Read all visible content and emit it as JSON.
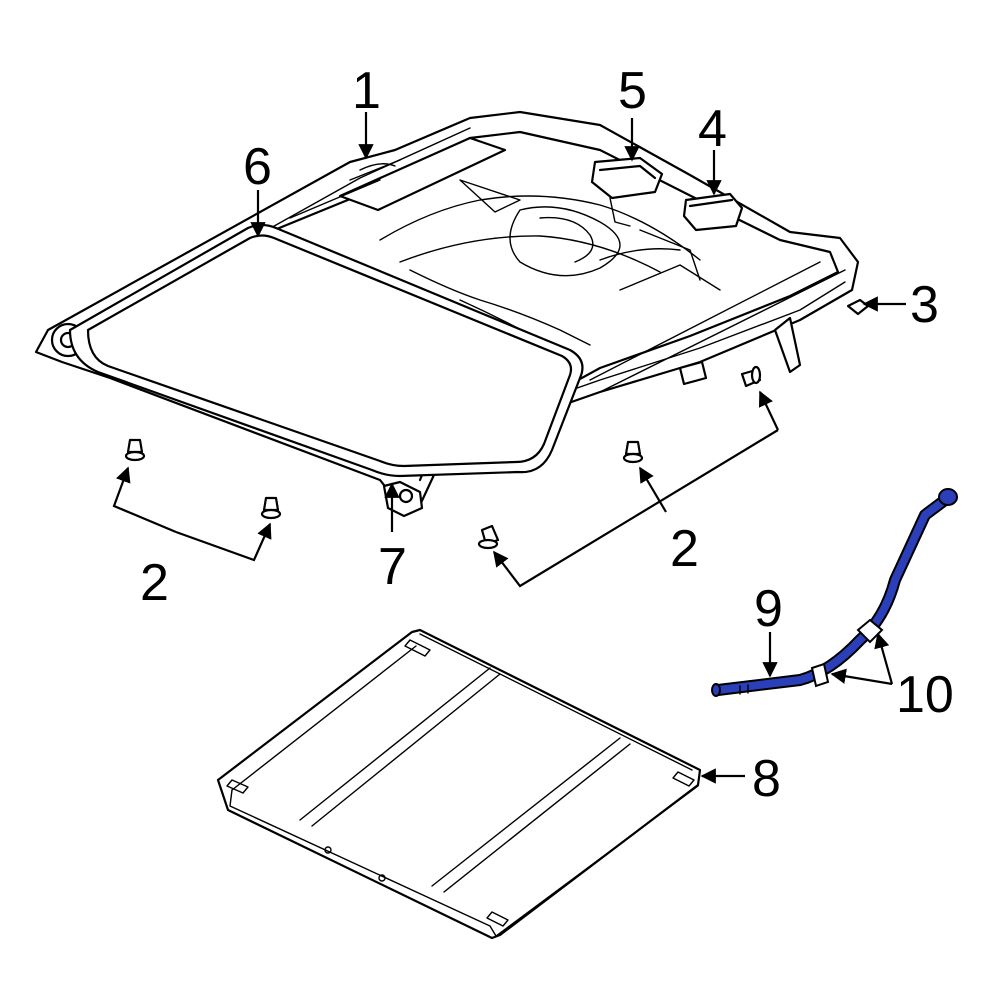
{
  "diagram": {
    "accent_color": "#2a3fb8",
    "callouts": {
      "c1": "1",
      "c2a": "2",
      "c2b": "2",
      "c3": "3",
      "c4": "4",
      "c5": "5",
      "c6": "6",
      "c7": "7",
      "c8": "8",
      "c9": "9",
      "c10": "10"
    }
  }
}
